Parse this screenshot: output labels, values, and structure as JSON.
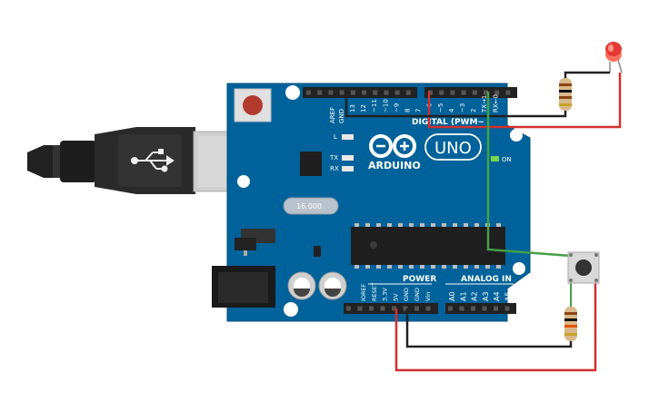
{
  "board": {
    "brand": "ARDUINO",
    "model": "UNO",
    "on_label": "ON",
    "digital_label": "DIGITAL (PWM~",
    "power_label": "POWER",
    "analog_label": "ANALOG IN",
    "led_l": "L",
    "led_tx": "TX",
    "led_rx": "RX",
    "crystal": "16.000",
    "aref": "AREF",
    "gnd": "GND",
    "digital_pins": [
      "13",
      "12",
      "~11",
      "~10",
      "~9",
      "8",
      "7",
      "~6",
      "~5",
      "4",
      "~3",
      "2",
      "TX→1",
      "RX←0"
    ],
    "power_pins": [
      "IOREF",
      "RESET",
      "3.3V",
      "5V",
      "GND",
      "GND",
      "Vin"
    ],
    "analog_pins": [
      "A0",
      "A1",
      "A2",
      "A3",
      "A4",
      "A5"
    ]
  },
  "components": [
    {
      "name": "red-led",
      "color": "#e53935"
    },
    {
      "name": "led-resistor"
    },
    {
      "name": "pushbutton"
    },
    {
      "name": "pulldown-resistor"
    },
    {
      "name": "usb-cable"
    }
  ],
  "wires": [
    {
      "name": "wire-led-anode",
      "color": "#d32f2f"
    },
    {
      "name": "wire-led-gnd",
      "color": "#212121"
    },
    {
      "name": "wire-button-signal",
      "color": "#43a047"
    },
    {
      "name": "wire-5v",
      "color": "#d32f2f"
    },
    {
      "name": "wire-gnd",
      "color": "#212121"
    }
  ]
}
